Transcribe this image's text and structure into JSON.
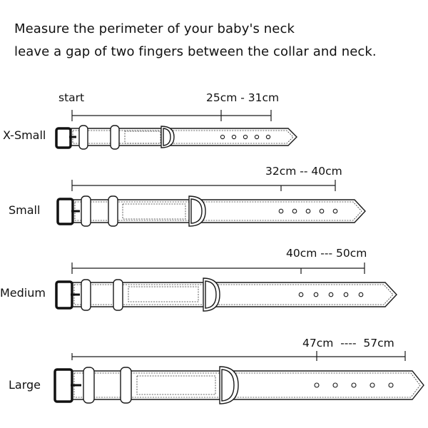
{
  "instructions": {
    "line1": "Measure the perimeter of your baby's neck",
    "line2": "leave a gap of two fingers between the collar and neck."
  },
  "collars": [
    {
      "size": "X-Small",
      "start_label": "start",
      "range": "25cm - 31cm"
    },
    {
      "size": "Small",
      "range": "32cm -- 40cm"
    },
    {
      "size": "Medium",
      "range": "40cm --- 50cm"
    },
    {
      "size": "Large",
      "range": "47cm  ----  57cm"
    }
  ],
  "colors": {
    "line": "#1a1a1a",
    "buckle": "#111111",
    "background": "#ffffff"
  },
  "icons": [
    "collar-icon",
    "buckle-icon",
    "d-ring-icon",
    "keeper-loop-icon",
    "hole-icon"
  ]
}
